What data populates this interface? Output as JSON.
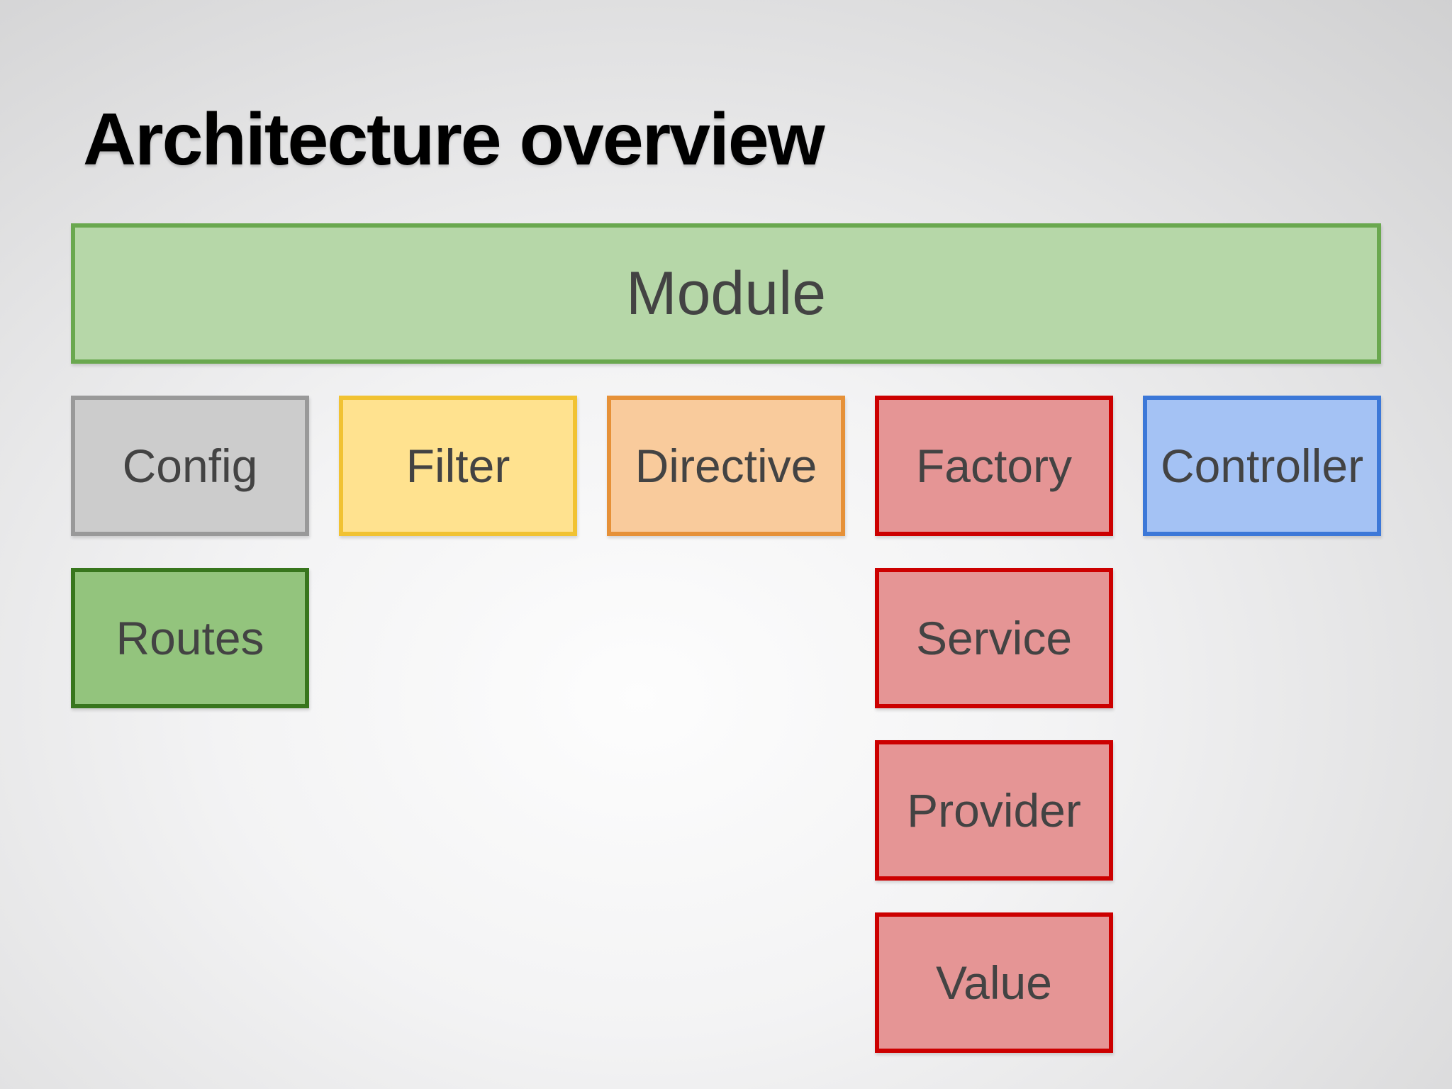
{
  "slide": {
    "title": "Architecture overview",
    "text_color": "#434343",
    "title_color": "#000000",
    "boxes": [
      {
        "id": "module",
        "label": "Module",
        "fill": "#b6d7a8",
        "border": "#6aa84f"
      },
      {
        "id": "config",
        "label": "Config",
        "fill": "#cccccc",
        "border": "#999999"
      },
      {
        "id": "filter",
        "label": "Filter",
        "fill": "#ffe28f",
        "border": "#f1c232"
      },
      {
        "id": "directive",
        "label": "Directive",
        "fill": "#f9cb9c",
        "border": "#e69138"
      },
      {
        "id": "factory",
        "label": "Factory",
        "fill": "#e59595",
        "border": "#cc0000"
      },
      {
        "id": "controller",
        "label": "Controller",
        "fill": "#a4c2f4",
        "border": "#3c78d8"
      },
      {
        "id": "routes",
        "label": "Routes",
        "fill": "#93c47d",
        "border": "#38761d"
      },
      {
        "id": "service",
        "label": "Service",
        "fill": "#e59595",
        "border": "#cc0000"
      },
      {
        "id": "provider",
        "label": "Provider",
        "fill": "#e59595",
        "border": "#cc0000"
      },
      {
        "id": "value",
        "label": "Value",
        "fill": "#e59595",
        "border": "#cc0000"
      }
    ]
  }
}
